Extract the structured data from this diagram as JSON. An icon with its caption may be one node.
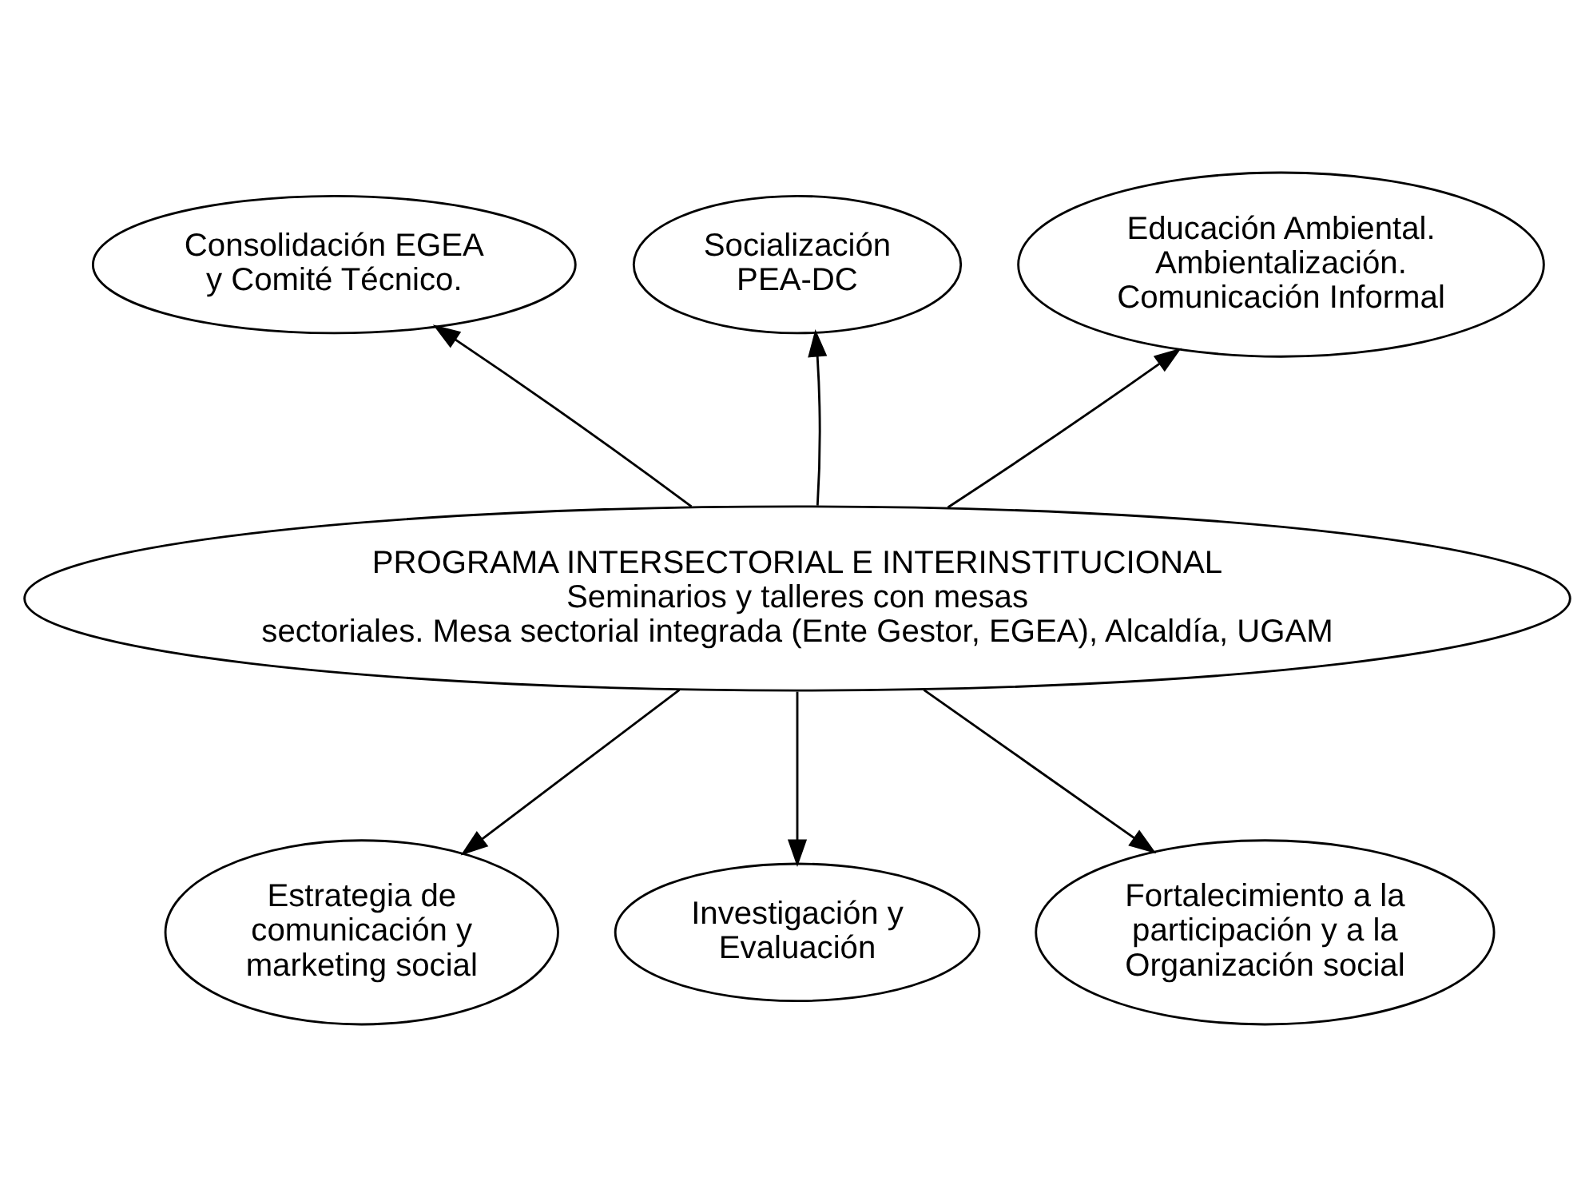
{
  "diagram": {
    "nodes": [
      {
        "text": [
          "Consolidación EGEA y Comité Técnico."
        ]
      },
      {
        "text": [
          "Socialización PEA-DC"
        ]
      },
      {
        "text": [
          "Educación Ambiental. Ambientalización. Comunicación Informal"
        ]
      },
      {
        "text": [
          "PROGRAMA INTERSECTORIAL E INTERINSTITUCIONAL",
          "Seminarios y talleres con mesas sectoriales. Mesa sectorial integrada (Ente Gestor, EGEA), Alcaldía, UGAM"
        ]
      },
      {
        "text": [
          "Estrategia de comunicación y marketing social"
        ]
      },
      {
        "text": [
          "Investigación y Evaluación"
        ]
      },
      {
        "text": [
          "Fortalecimiento a la participación y a la Organización social"
        ]
      }
    ],
    "edges": [
      {
        "from": 3,
        "to": 0,
        "arrow": "to"
      },
      {
        "from": 3,
        "to": 1,
        "arrow": "to"
      },
      {
        "from": 3,
        "to": 2,
        "arrow": "to"
      },
      {
        "from": 3,
        "to": 4,
        "arrow": "to"
      },
      {
        "from": 3,
        "to": 5,
        "arrow": "to"
      },
      {
        "from": 3,
        "to": 6,
        "arrow": "to"
      }
    ]
  }
}
